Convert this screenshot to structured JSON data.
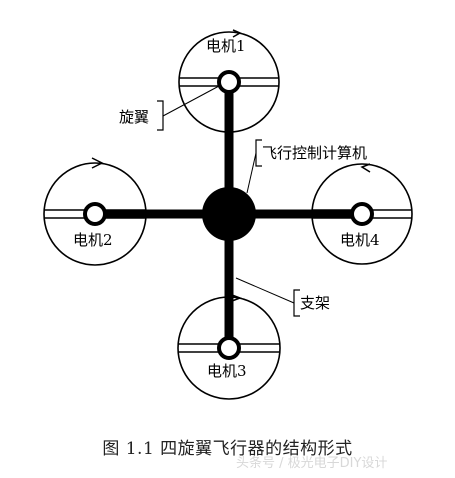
{
  "diagram": {
    "motor1_label": "电机1",
    "motor2_label": "电机2",
    "motor3_label": "电机3",
    "motor4_label": "电机4",
    "rotor_label": "旋翼",
    "controller_label": "飞行控制计算机",
    "frame_label": "支架"
  },
  "caption": "图 1.1 四旋翼飞行器的结构形式",
  "watermark": "头条号 / 极光电子DIY设计"
}
